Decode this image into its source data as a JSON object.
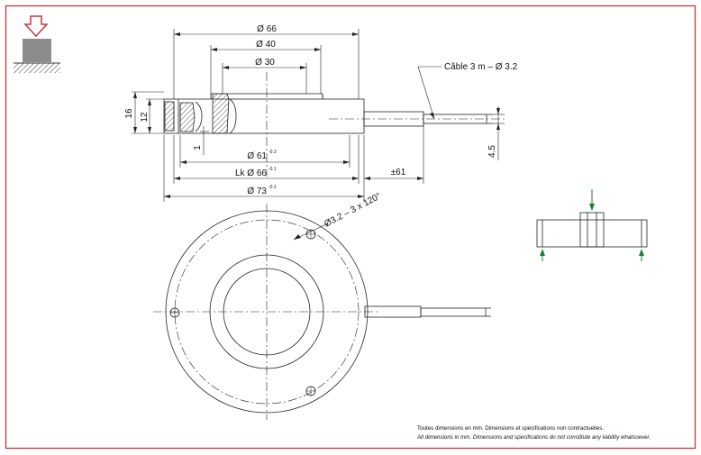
{
  "colors": {
    "border": "#c0393b",
    "load_arrow": "#c0393b",
    "block": "#8c8c8c",
    "force_arrow": "#1f7a3a",
    "line": "#222222"
  },
  "icons": {
    "load_arrow": "down-arrow-icon",
    "support_block": "load-block-icon"
  },
  "dimensions": {
    "d66": "Ø 66",
    "d40": "Ø 40",
    "d30": "Ø 30",
    "h16": "16",
    "h12": "12",
    "h1": "1",
    "d61": "Ø 61",
    "d61_tol": "-0.3",
    "lk66": "Lk Ø 66",
    "lk66_tol": "-0.1",
    "d73": "Ø 73",
    "d73_tol": "-0.1",
    "len61": "±61",
    "h45": "4.5",
    "cable": "Câble 3 m – Ø 3.2",
    "holes": "Ø3.2 – 3 x 120°"
  },
  "notes": {
    "fr": "Toutes dimensions en mm. Dimensions et spécifications non contractuelles.",
    "en": "All dimensions in mm. Dimensions and specifications do not constitute any liability whatsoever."
  }
}
